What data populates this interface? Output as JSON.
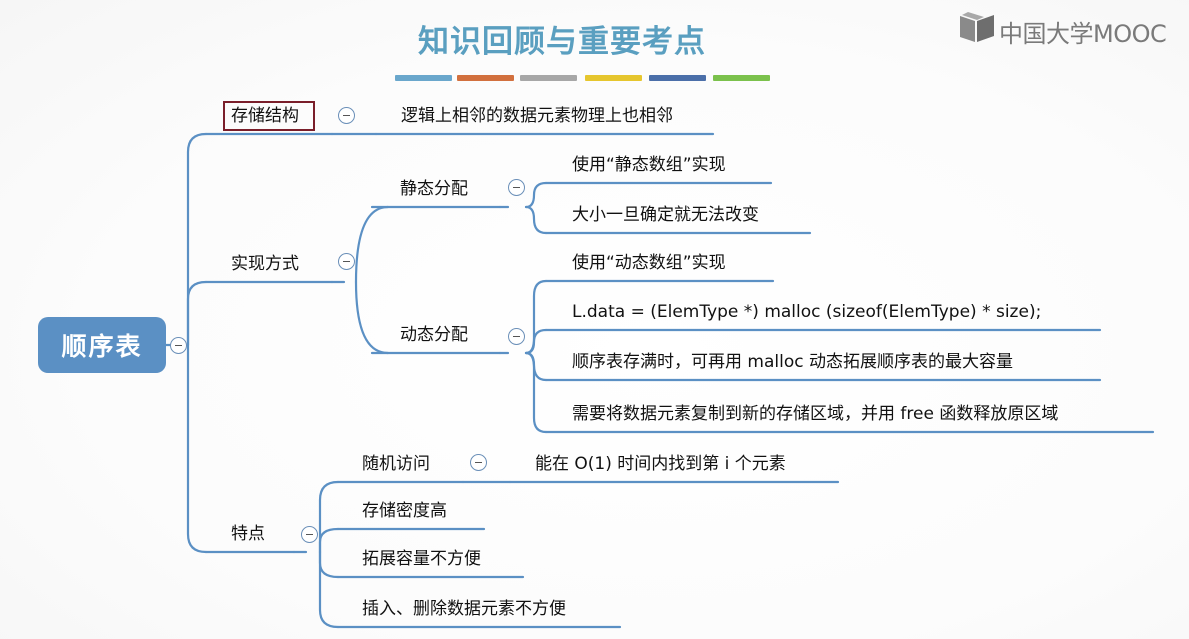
{
  "header": {
    "title": "知识回顾与重要考点",
    "color_bars": [
      "#6aa7cc",
      "#d2703e",
      "#a7a7a7",
      "#e6c62e",
      "#4b6fa9",
      "#7bc14c"
    ],
    "logo_text": "中国大学MOOC"
  },
  "mindmap": {
    "root": "顺序表",
    "accent_color": "#5b90c4",
    "branches": {
      "storage": {
        "label": "存储结构",
        "detail": "逻辑上相邻的数据元素物理上也相邻"
      },
      "implementation": {
        "label": "实现方式",
        "static": {
          "label": "静态分配",
          "items": [
            "使用“静态数组”实现",
            "大小一旦确定就无法改变"
          ]
        },
        "dynamic": {
          "label": "动态分配",
          "items": [
            "使用“动态数组”实现",
            "L.data = (ElemType *) malloc (sizeof(ElemType) * size);",
            "顺序表存满时，可再用 malloc 动态拓展顺序表的最大容量",
            "需要将数据元素复制到新的存储区域，并用 free 函数释放原区域"
          ]
        }
      },
      "features": {
        "label": "特点",
        "random_access": {
          "label": "随机访问",
          "detail": "能在 O(1) 时间内找到第 i 个元素"
        },
        "items": [
          "存储密度高",
          "拓展容量不方便",
          "插入、删除数据元素不方便"
        ]
      }
    }
  }
}
